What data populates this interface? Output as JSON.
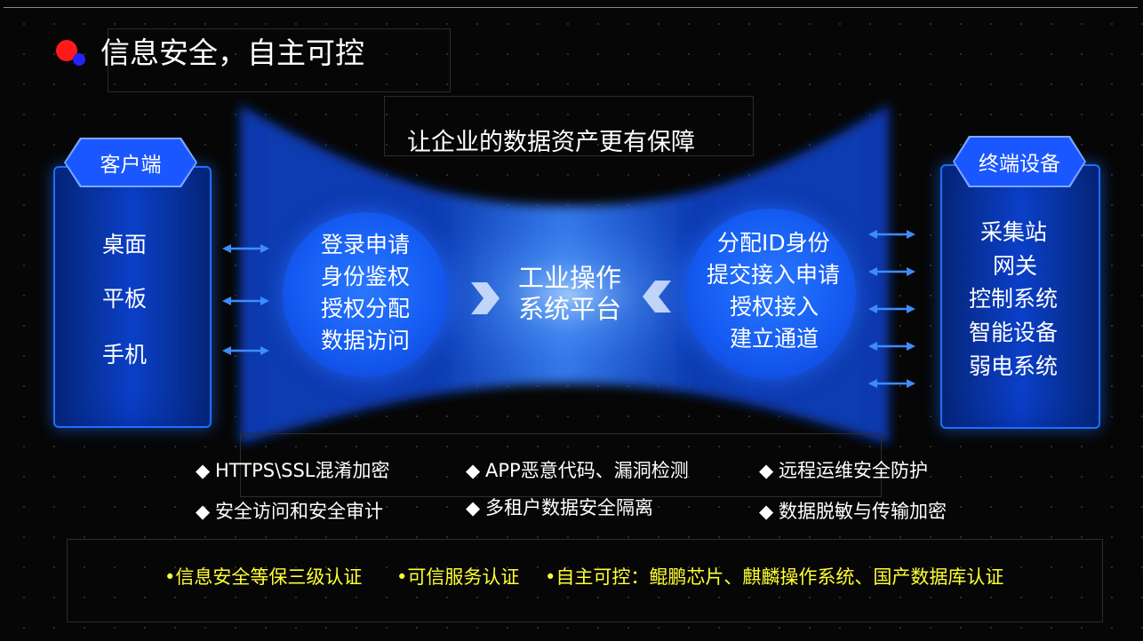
{
  "title": "信息安全，自主可控",
  "slogan": "让企业的数据资产更有保障",
  "client": {
    "label": "客户端",
    "items": [
      "桌面",
      "平板",
      "手机"
    ]
  },
  "device": {
    "label": "终端设备",
    "items": [
      "采集站",
      "网关",
      "控制系统",
      "智能设备",
      "弱电系统"
    ]
  },
  "left_circle": [
    "登录申请",
    "身份鉴权",
    "授权分配",
    "数据访问"
  ],
  "right_circle": [
    "分配ID身份",
    "提交接入申请",
    "授权接入",
    "建立通道"
  ],
  "center": [
    "工业操作",
    "系统平台"
  ],
  "features": {
    "row1": [
      "HTTPS\\SSL混淆加密",
      "APP恶意代码、漏洞检测",
      "远程运维安全防护"
    ],
    "row2": [
      "安全访问和安全审计",
      "多租户数据安全隔离",
      "数据脱敏与传输加密"
    ]
  },
  "bullet_glyph": "◆",
  "certifications": [
    "•信息安全等保三级认证",
    "•可信服务认证",
    "•自主可控：鲲鹏芯片、麒麟操作系统、国产数据库认证"
  ],
  "colors": {
    "accent": "#1b57ff",
    "panel_border": "#1e6fff",
    "cert_text": "#ffff33",
    "title_dot_red": "#ff1a1a",
    "title_dot_blue": "#2323ff"
  }
}
